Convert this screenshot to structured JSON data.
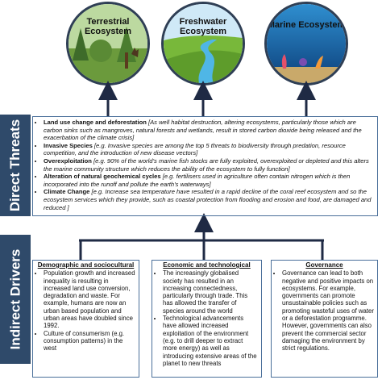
{
  "ecosystems": [
    {
      "label": "Terrestrial Ecosystem"
    },
    {
      "label": "Freshwater Ecosystem"
    },
    {
      "label": "Marine Ecosystem"
    }
  ],
  "sidebars": {
    "threats": "Direct Threats",
    "drivers": "Indirect Drivers"
  },
  "threats": [
    {
      "head": "Land use change and deforestation",
      "body": "[As well habitat destruction, altering ecosystems, particularly those which are carbon sinks such as mangroves, natural forests and wetlands, result in stored carbon dioxide being released and the exacerbation of the climate crisis]"
    },
    {
      "head": "Invasive Species",
      "body": "[e.g. Invasive species are among the top 5 threats to biodiversity through predation, resource competition, and the introduction of new disease vectors]"
    },
    {
      "head": "Overexploitation",
      "body": "[e.g. 90% of the world’s marine fish stocks are fully exploited, overexploited or depleted and this alters the marine community structure which reduces the ability of the ecosystem to fully function]"
    },
    {
      "head": "Alteration of natural geochemical cycles",
      "body": "[e.g. fertilisers used in agriculture often contain nitrogen which is then incorporated into the runoff and pollute the earth’s waterways]"
    },
    {
      "head": "Climate Change",
      "body": "[e.g. Increase sea temperature have resulted in a rapid decline of the coral reef ecosystem and so the ecosystem services which they provide, such as coastal protection from flooding and erosion and food, are damaged and reduced ]"
    }
  ],
  "drivers": {
    "demographic": {
      "title": "Demographic and sociocultural",
      "items": [
        "Population growth and increased inequality is resulting in increased land use conversion, degradation and waste. For example, humans are now an urban based population and urban areas have doubled since 1992.",
        "Culture of consumerism (e.g. consumption patterns) in the west"
      ]
    },
    "economic": {
      "title": "Economic and technological",
      "items": [
        "The increasingly globalised society has resulted in an increasing connectedness, particularly through trade. This has allowed the transfer of species around the world",
        "Technological advancements have allowed increased exploitation of the environment (e.g. to drill deeper to extract more energy) as well as introducing extensive areas of the planet to new threats"
      ]
    },
    "governance": {
      "title": "Governance",
      "items": [
        "Governance can lead to both negative and positive impacts on ecosystems. For example, governments can promote unsustainable policies such as promoting wasteful uses of water or a deforestation programme. However, governments can also prevent the commercial sector damaging the environment by strict regulations."
      ]
    }
  },
  "colors": {
    "sidebar": "#2f4a6a",
    "box_border": "#4a6f9a",
    "arrow": "#1f2a44"
  }
}
